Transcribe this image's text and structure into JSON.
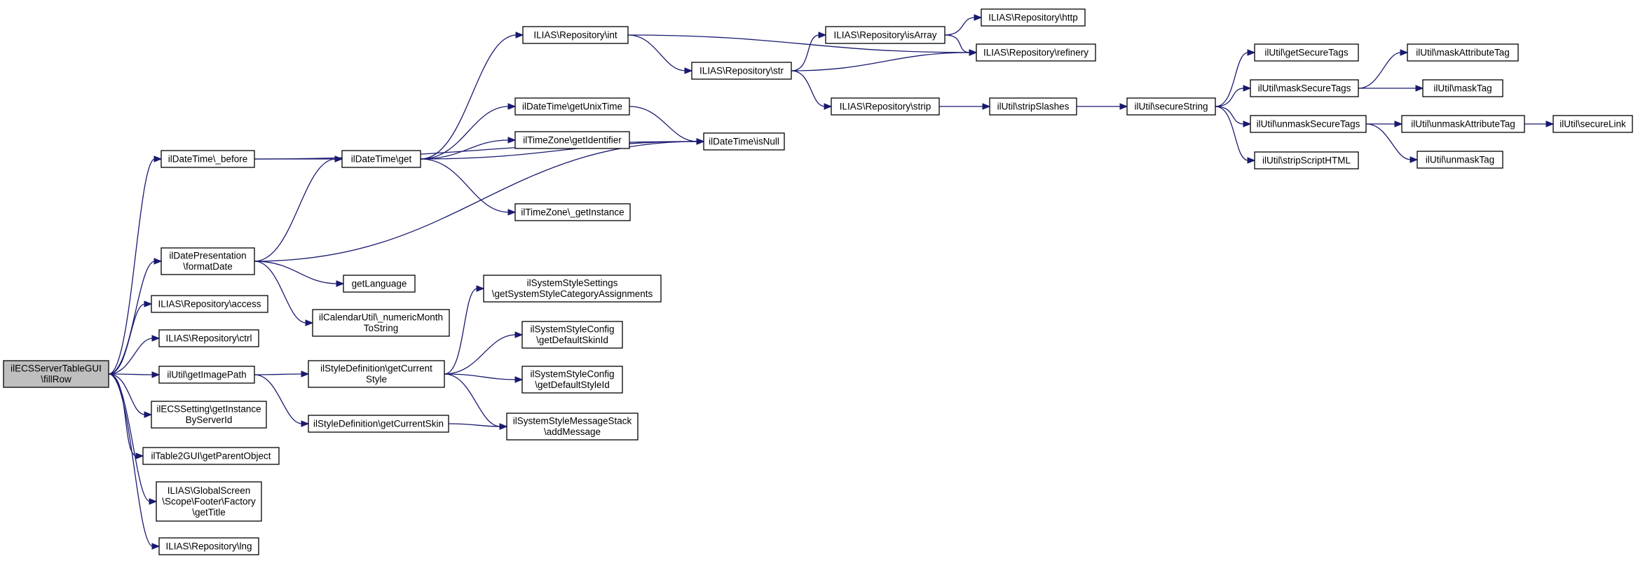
{
  "graph": {
    "edge_color": "#191970",
    "root_fill": "#bfbfbf",
    "nodes": [
      {
        "id": "root",
        "lines": [
          "ilECSServerTableGUI",
          "\\fillRow"
        ],
        "root": true
      },
      {
        "id": "before",
        "lines": [
          "ilDateTime\\_before"
        ]
      },
      {
        "id": "formatDate",
        "lines": [
          "ilDatePresentation",
          "\\formatDate"
        ]
      },
      {
        "id": "access",
        "lines": [
          "ILIAS\\Repository\\access"
        ]
      },
      {
        "id": "ctrl",
        "lines": [
          "ILIAS\\Repository\\ctrl"
        ]
      },
      {
        "id": "getImagePath",
        "lines": [
          "ilUtil\\getImagePath"
        ]
      },
      {
        "id": "getInstance",
        "lines": [
          "ilECSSetting\\getInstance",
          "ByServerId"
        ]
      },
      {
        "id": "getParentObject",
        "lines": [
          "ilTable2GUI\\getParentObject"
        ]
      },
      {
        "id": "getTitle",
        "lines": [
          "ILIAS\\GlobalScreen",
          "\\Scope\\Footer\\Factory",
          "\\getTitle"
        ]
      },
      {
        "id": "lng",
        "lines": [
          "ILIAS\\Repository\\lng"
        ]
      },
      {
        "id": "dtGet",
        "lines": [
          "ilDateTime\\get"
        ]
      },
      {
        "id": "isNull",
        "lines": [
          "ilDateTime\\isNull"
        ]
      },
      {
        "id": "getLanguage",
        "lines": [
          "getLanguage"
        ]
      },
      {
        "id": "numericMonth",
        "lines": [
          "ilCalendarUtil\\_numericMonth",
          "ToString"
        ]
      },
      {
        "id": "getCurrentStyle",
        "lines": [
          "ilStyleDefinition\\getCurrent",
          "Style"
        ]
      },
      {
        "id": "getCurrentSkin",
        "lines": [
          "ilStyleDefinition\\getCurrentSkin"
        ]
      },
      {
        "id": "repoInt",
        "lines": [
          "ILIAS\\Repository\\int"
        ]
      },
      {
        "id": "getUnixTime",
        "lines": [
          "ilDateTime\\getUnixTime"
        ]
      },
      {
        "id": "getIdentifier",
        "lines": [
          "ilTimeZone\\getIdentifier"
        ]
      },
      {
        "id": "tzGetInstance",
        "lines": [
          "ilTimeZone\\_getInstance"
        ]
      },
      {
        "id": "getSSCat",
        "lines": [
          "ilSystemStyleSettings",
          "\\getSystemStyleCategoryAssignments"
        ]
      },
      {
        "id": "getDefSkin",
        "lines": [
          "ilSystemStyleConfig",
          "\\getDefaultSkinId"
        ]
      },
      {
        "id": "getDefStyle",
        "lines": [
          "ilSystemStyleConfig",
          "\\getDefaultStyleId"
        ]
      },
      {
        "id": "addMessage",
        "lines": [
          "ilSystemStyleMessageStack",
          "\\addMessage"
        ]
      },
      {
        "id": "repoStr",
        "lines": [
          "ILIAS\\Repository\\str"
        ]
      },
      {
        "id": "isArray",
        "lines": [
          "ILIAS\\Repository\\isArray"
        ]
      },
      {
        "id": "strip",
        "lines": [
          "ILIAS\\Repository\\strip"
        ]
      },
      {
        "id": "http",
        "lines": [
          "ILIAS\\Repository\\http"
        ]
      },
      {
        "id": "refinery",
        "lines": [
          "ILIAS\\Repository\\refinery"
        ]
      },
      {
        "id": "stripSlashes",
        "lines": [
          "ilUtil\\stripSlashes"
        ]
      },
      {
        "id": "secureString",
        "lines": [
          "ilUtil\\secureString"
        ]
      },
      {
        "id": "getSecureTags",
        "lines": [
          "ilUtil\\getSecureTags"
        ]
      },
      {
        "id": "maskSecureTags",
        "lines": [
          "ilUtil\\maskSecureTags"
        ]
      },
      {
        "id": "unmaskSecureTags",
        "lines": [
          "ilUtil\\unmaskSecureTags"
        ]
      },
      {
        "id": "stripScriptHTML",
        "lines": [
          "ilUtil\\stripScriptHTML"
        ]
      },
      {
        "id": "maskAttributeTag",
        "lines": [
          "ilUtil\\maskAttributeTag"
        ]
      },
      {
        "id": "maskTag",
        "lines": [
          "ilUtil\\maskTag"
        ]
      },
      {
        "id": "unmaskAttributeTag",
        "lines": [
          "ilUtil\\unmaskAttributeTag"
        ]
      },
      {
        "id": "unmaskTag",
        "lines": [
          "ilUtil\\unmaskTag"
        ]
      },
      {
        "id": "secureLink",
        "lines": [
          "ilUtil\\secureLink"
        ]
      }
    ],
    "edges": [
      [
        "root",
        "before"
      ],
      [
        "root",
        "formatDate"
      ],
      [
        "root",
        "access"
      ],
      [
        "root",
        "ctrl"
      ],
      [
        "root",
        "getImagePath"
      ],
      [
        "root",
        "getInstance"
      ],
      [
        "root",
        "getParentObject"
      ],
      [
        "root",
        "getTitle"
      ],
      [
        "root",
        "lng"
      ],
      [
        "before",
        "dtGet"
      ],
      [
        "before",
        "isNull"
      ],
      [
        "formatDate",
        "dtGet"
      ],
      [
        "formatDate",
        "isNull"
      ],
      [
        "formatDate",
        "getLanguage"
      ],
      [
        "formatDate",
        "numericMonth"
      ],
      [
        "dtGet",
        "repoInt"
      ],
      [
        "dtGet",
        "getUnixTime"
      ],
      [
        "dtGet",
        "getIdentifier"
      ],
      [
        "dtGet",
        "isNull"
      ],
      [
        "dtGet",
        "tzGetInstance"
      ],
      [
        "getUnixTime",
        "isNull"
      ],
      [
        "getImagePath",
        "getCurrentStyle"
      ],
      [
        "getImagePath",
        "getCurrentSkin"
      ],
      [
        "getCurrentStyle",
        "getSSCat"
      ],
      [
        "getCurrentStyle",
        "getDefSkin"
      ],
      [
        "getCurrentStyle",
        "getDefStyle"
      ],
      [
        "getCurrentStyle",
        "addMessage"
      ],
      [
        "getCurrentSkin",
        "addMessage"
      ],
      [
        "repoInt",
        "repoStr"
      ],
      [
        "repoInt",
        "refinery"
      ],
      [
        "repoStr",
        "isArray"
      ],
      [
        "repoStr",
        "refinery"
      ],
      [
        "repoStr",
        "strip"
      ],
      [
        "isArray",
        "http"
      ],
      [
        "isArray",
        "refinery"
      ],
      [
        "strip",
        "stripSlashes"
      ],
      [
        "stripSlashes",
        "secureString"
      ],
      [
        "secureString",
        "getSecureTags"
      ],
      [
        "secureString",
        "maskSecureTags"
      ],
      [
        "secureString",
        "unmaskSecureTags"
      ],
      [
        "secureString",
        "stripScriptHTML"
      ],
      [
        "maskSecureTags",
        "maskAttributeTag"
      ],
      [
        "maskSecureTags",
        "maskTag"
      ],
      [
        "unmaskSecureTags",
        "unmaskAttributeTag"
      ],
      [
        "unmaskSecureTags",
        "unmaskTag"
      ],
      [
        "unmaskAttributeTag",
        "secureLink"
      ]
    ]
  }
}
